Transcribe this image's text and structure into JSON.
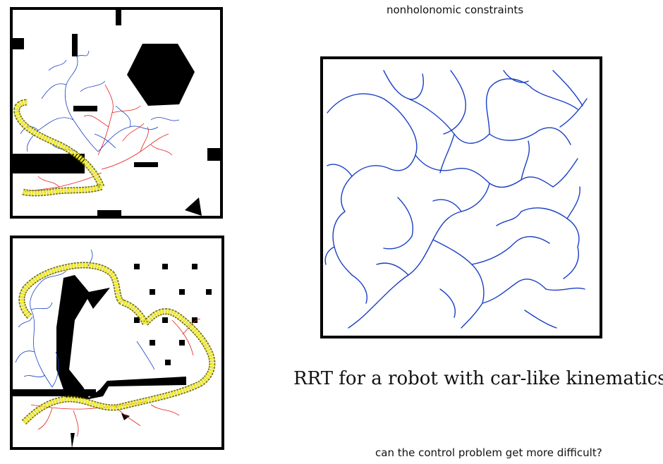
{
  "header": {
    "title": "nonholonomic constraints"
  },
  "caption": {
    "text": "RRT for a robot with car-like kinematics"
  },
  "footer": {
    "question": "can the control problem get more difficult?"
  },
  "colors": {
    "tree_blue": "#1a3fc4",
    "tree_red": "#e02020",
    "path_yellow": "#f2ea2a",
    "path_outline": "#6b6b00",
    "obstacle": "#000000"
  },
  "panels": [
    {
      "id": "panel-top-left",
      "content": "RRT search tree with obstacles and solution path"
    },
    {
      "id": "panel-bottom-left",
      "content": "RRT search tree through maze with solution path"
    },
    {
      "id": "panel-right",
      "content": "RRT tree for car-like robot in empty space"
    }
  ]
}
